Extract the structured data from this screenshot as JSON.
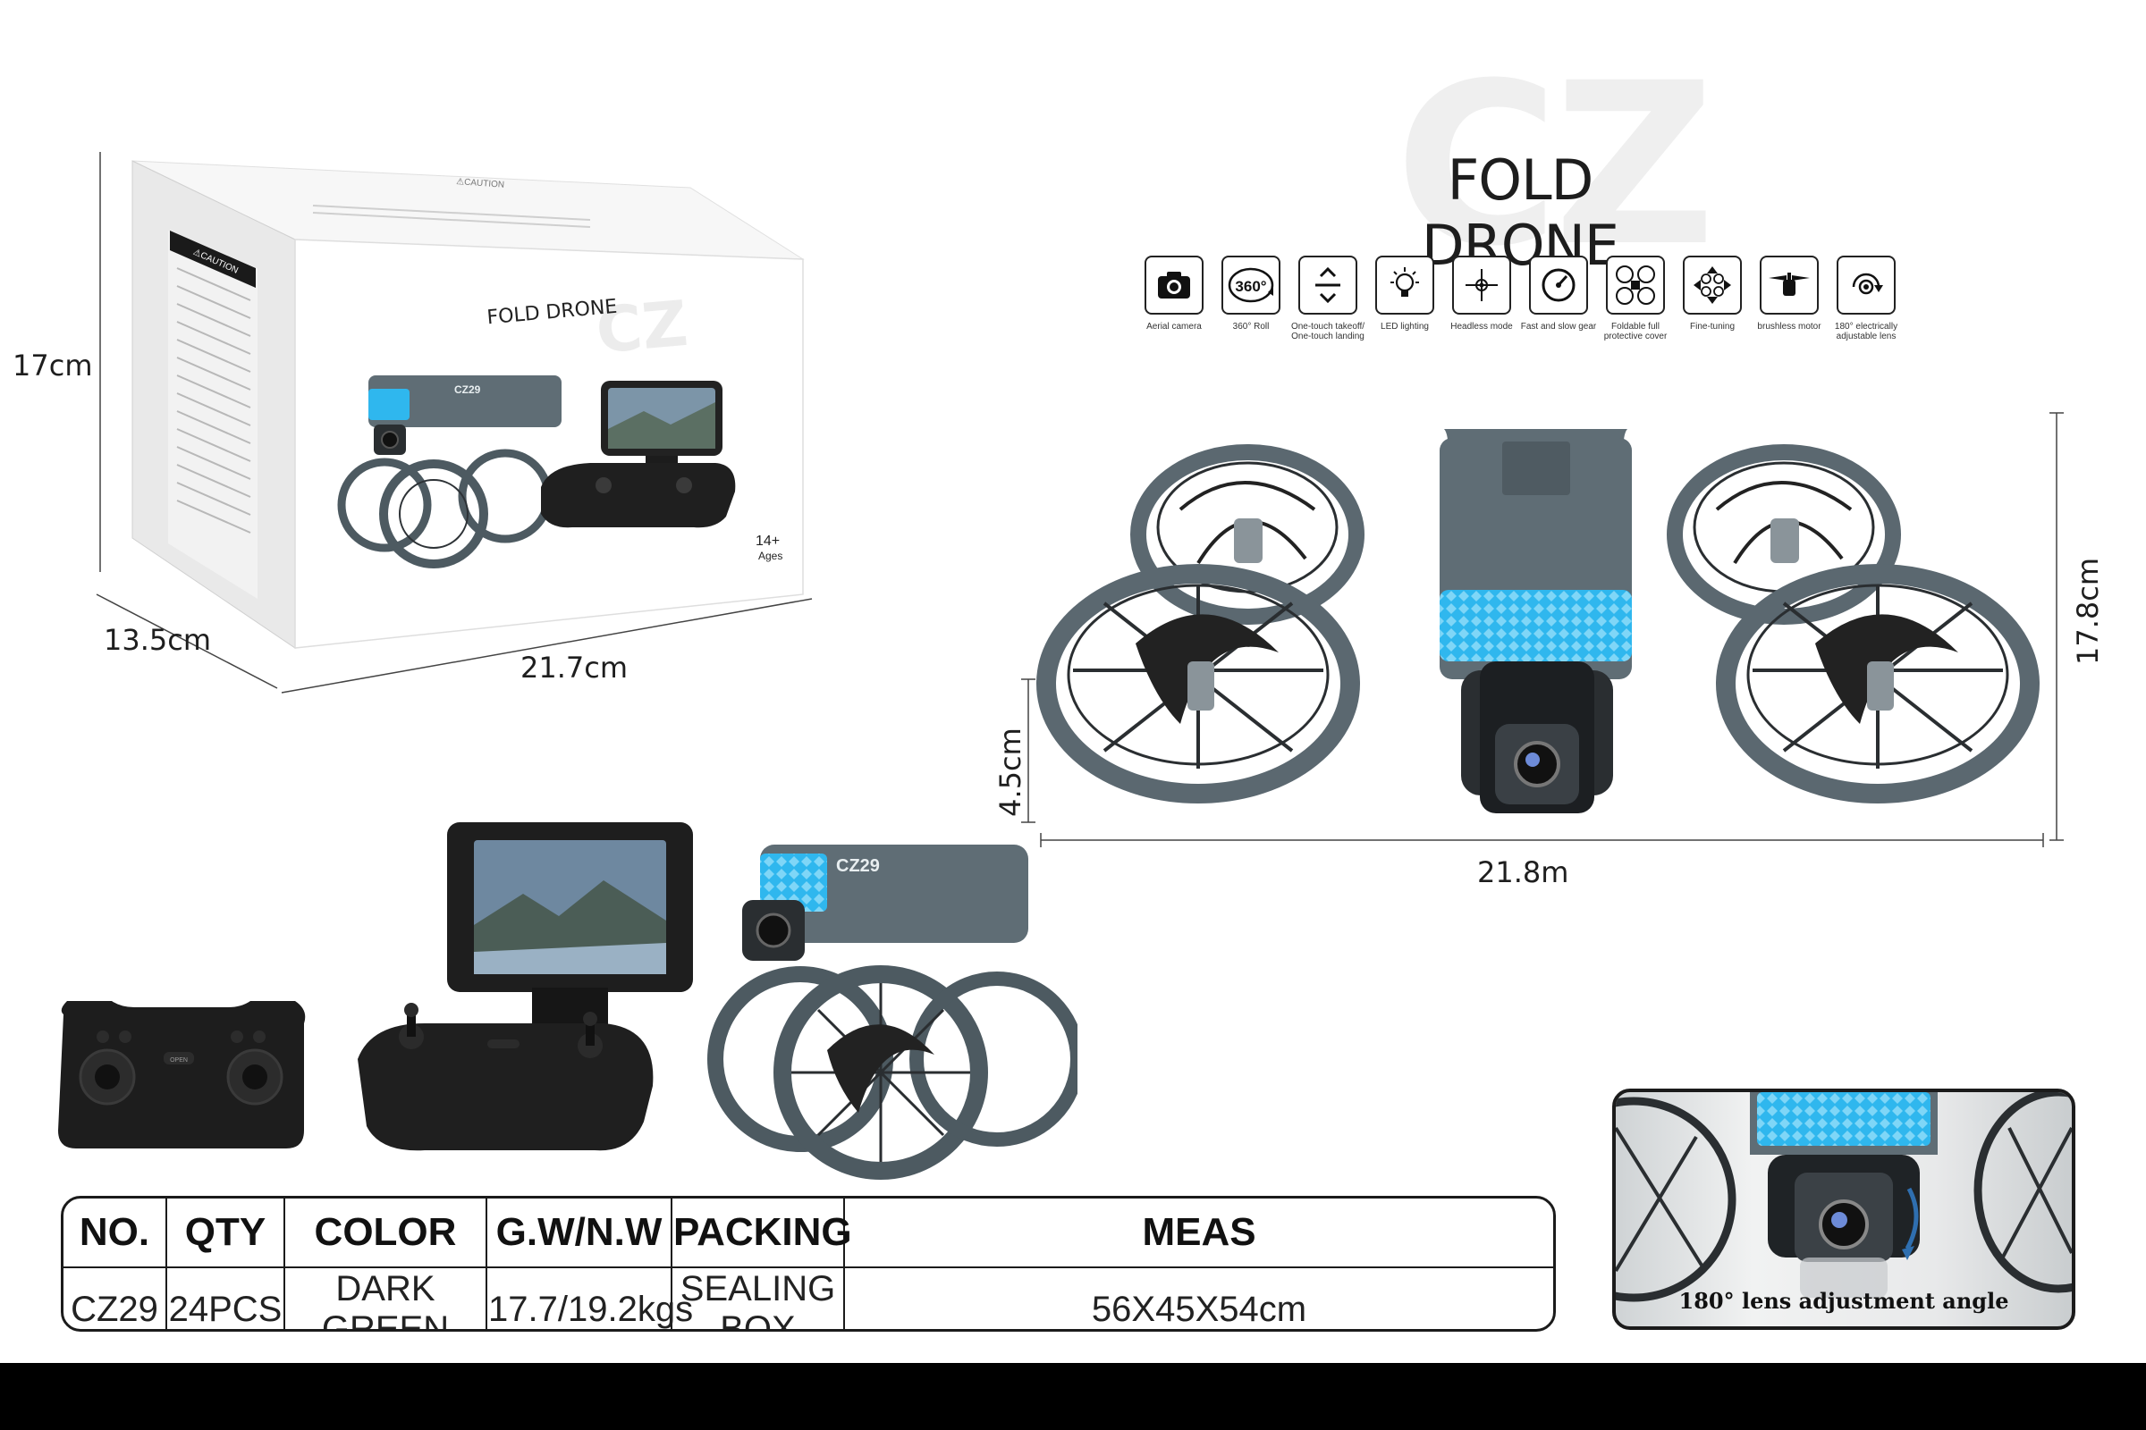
{
  "header": {
    "background_logo": "CZ",
    "title": "FOLD DRONE"
  },
  "features": [
    {
      "icon": "camera-icon",
      "label": "Aerial camera"
    },
    {
      "icon": "rotate-360-icon",
      "label": "360° Roll"
    },
    {
      "icon": "takeoff-landing-icon",
      "label": "One-touch takeoff/ One-touch landing"
    },
    {
      "icon": "led-bulb-icon",
      "label": "LED lighting"
    },
    {
      "icon": "headless-mode-icon",
      "label": "Headless mode"
    },
    {
      "icon": "speedometer-icon",
      "label": "Fast and slow gear"
    },
    {
      "icon": "propeller-guard-icon",
      "label": "Foldable full protective cover"
    },
    {
      "icon": "fine-tuning-icon",
      "label": "Fine-tuning"
    },
    {
      "icon": "brushless-motor-icon",
      "label": "brushless motor"
    },
    {
      "icon": "adjustable-lens-icon",
      "label": "180° electrically adjustable lens"
    }
  ],
  "feature_icon_text": {
    "rotate": "360°"
  },
  "box": {
    "brand": "CZ",
    "title": "FOLD DRONE",
    "caution": "⚠CAUTION",
    "age_number": "14+",
    "age_word": "Ages",
    "drone_logo": "CZ29"
  },
  "box_dimensions": {
    "height": "17cm",
    "depth": "13.5cm",
    "width": "21.7cm"
  },
  "drone_dimensions": {
    "height": "4.5cm",
    "depth": "17.8cm",
    "width": "21.8m"
  },
  "products": {
    "drone_logo": "CZ29",
    "remote_button": "OPEN"
  },
  "spec_table": {
    "headers": [
      "NO.",
      "QTY",
      "COLOR",
      "G.W/N.W",
      "PACKING",
      "MEAS"
    ],
    "row": [
      "CZ29",
      "24PCS",
      "DARK GREEN",
      "17.7/19.2kgs",
      "SEALING BOX",
      "56X45X54cm"
    ]
  },
  "inset": {
    "caption": "180° lens adjustment angle"
  },
  "colors": {
    "drone_body": "#5f6d75",
    "led_blue": "#2fb7ee",
    "frame": "#2a2e31",
    "bottom_bar": "#000000"
  }
}
